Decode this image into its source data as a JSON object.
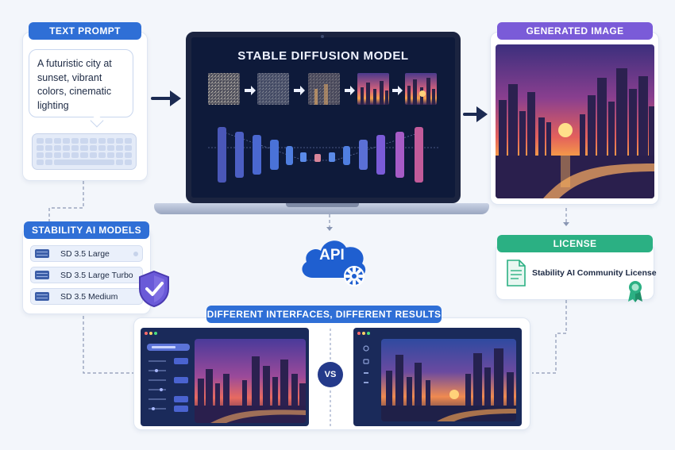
{
  "text_prompt": {
    "header": "TEXT PROMPT",
    "prompt_text": "A futuristic city at sunset, vibrant colors, cinematic lighting"
  },
  "model": {
    "title": "STABLE DIFFUSION MODEL"
  },
  "generated": {
    "header": "GENERATED IMAGE"
  },
  "models": {
    "header": "STABILITY AI MODELS",
    "items": [
      {
        "label": "SD 3.5 Large"
      },
      {
        "label": "SD 3.5 Large Turbo"
      },
      {
        "label": "SD 3.5 Medium"
      }
    ]
  },
  "api": {
    "label": "API"
  },
  "license": {
    "header": "LICENSE",
    "name": "Stability AI Community License"
  },
  "interfaces": {
    "header": "DIFFERENT INTERFACES, DIFFERENT RESULTS",
    "vs_label": "VS"
  },
  "colors": {
    "blue": "#2f6fd6",
    "purple": "#7a5bd8",
    "green": "#2bb083",
    "navy": "#1b2440"
  }
}
